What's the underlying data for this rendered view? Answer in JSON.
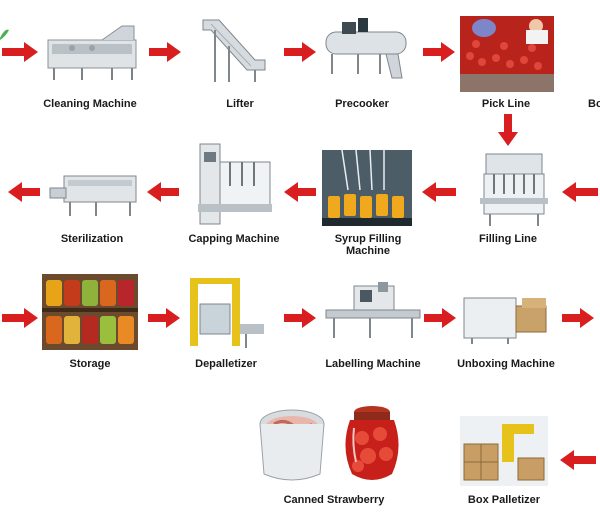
{
  "diagram": {
    "stages": {
      "cleaning": "Cleaning Machine",
      "lifter": "Lifter",
      "precooker": "Precooker",
      "pick_line": "Pick Line",
      "partial_right": "Bo",
      "filling_line": "Filling Line",
      "syrup_filling": "Syrup Filling Machine",
      "capping": "Capping Machine",
      "sterilization": "Sterilization",
      "storage": "Storage",
      "depalletizer": "Depalletizer",
      "labelling": "Labelling Machine",
      "unboxing": "Unboxing Machine",
      "box_palletizer": "Box Palletizer",
      "canned_strawberry": "Canned Strawberry"
    },
    "arrow_color": "#d81e1e"
  }
}
